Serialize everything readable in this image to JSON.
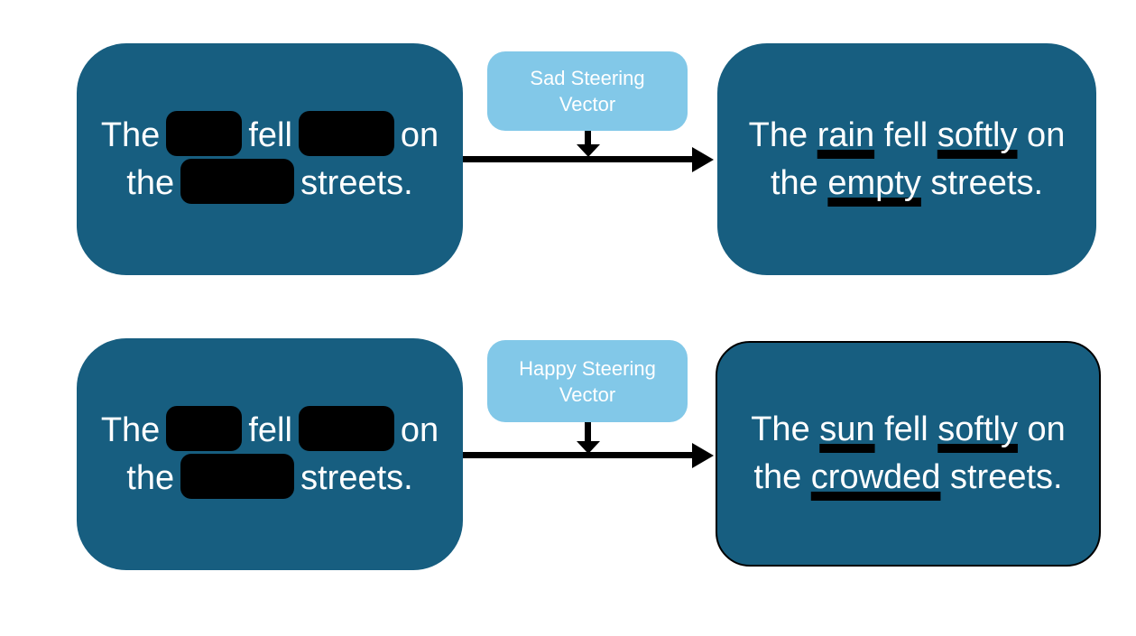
{
  "colors": {
    "panel_dark": "#175E80",
    "panel_light_blue": "#82C8E8",
    "text_on_dark": "#FFFFFF",
    "arrow_and_redaction": "#000000",
    "background": "#FFFFFF"
  },
  "row_sad": {
    "input": {
      "l1_the": "The",
      "l1_fell": "fell",
      "l1_on": "on",
      "l2_the": "the",
      "l2_streets": "streets."
    },
    "steering_box": {
      "line1": "Sad Steering",
      "line2": "Vector"
    },
    "output": {
      "l1_the": "The ",
      "l1_word1": "rain",
      "l1_fell": " fell ",
      "l1_word2": "softly",
      "l1_on": " on",
      "l2_the": "the ",
      "l2_word3": "empty",
      "l2_streets": " streets."
    }
  },
  "row_happy": {
    "input": {
      "l1_the": "The",
      "l1_fell": "fell",
      "l1_on": "on",
      "l2_the": "the",
      "l2_streets": "streets."
    },
    "steering_box": {
      "line1": "Happy Steering",
      "line2": "Vector"
    },
    "output": {
      "l1_the": "The ",
      "l1_word1": "sun",
      "l1_fell": " fell ",
      "l1_word2": "softly",
      "l1_on": " on",
      "l2_the": "the ",
      "l2_word3": "crowded",
      "l2_streets": " streets."
    }
  }
}
